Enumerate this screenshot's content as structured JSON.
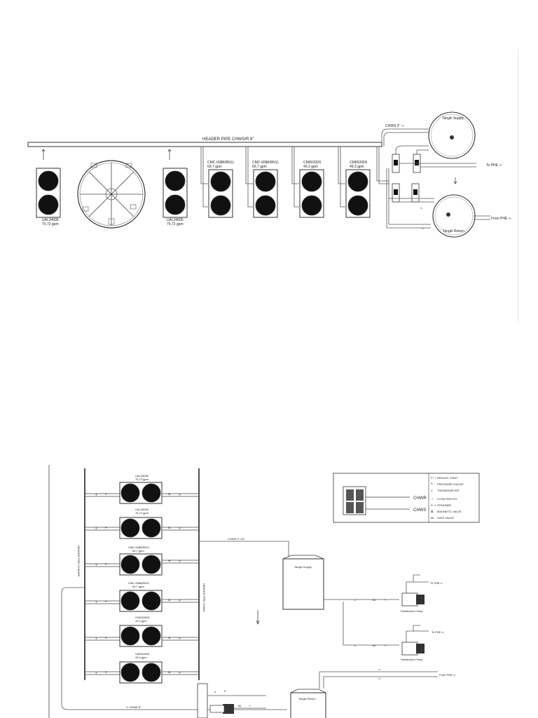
{
  "top_diagram": {
    "header_pipe_label": "HEADER PIPE CHWS/R 8\"",
    "chws_label": "CHWS 3\" ⇨",
    "tangki_supply": "Tangki Supply",
    "tangki_return": "Tangki Return",
    "to_phe": "To PHE ⇨",
    "from_phe": "From PHE ⇦",
    "units": [
      {
        "name": "UAL34006",
        "flow": "75,72 gpm"
      },
      {
        "name": "UAL34006",
        "flow": "75,72 gpm"
      },
      {
        "name": "CMC-0088/RN1L",
        "flow": "69,7 gpm"
      },
      {
        "name": "CMC-0088/RN1L",
        "flow": "69,7 gpm"
      },
      {
        "name": "CM0020D5",
        "flow": "49,3 gpm"
      },
      {
        "name": "CM0020D5",
        "flow": "49,3 gpm"
      }
    ]
  },
  "bottom_diagram": {
    "header_left_label": "HEADER PIPE CHWS/R",
    "header_right_label": "HEADER PIPE CHWS",
    "chws_label": "CHWS 3\" CD",
    "chwr_label": "⇦ CHWR 8\"",
    "tangki_supply": "Tangki Supply",
    "tangki_return": "Tangki Return",
    "distribution_pump": "Distribution Pump",
    "to_phe": "To PHE ⇨",
    "from_phe": "From PHE ⇦",
    "units": [
      {
        "name": "UAL34006",
        "flow": "75,72 gpm"
      },
      {
        "name": "UAL34006",
        "flow": "75,72 gpm"
      },
      {
        "name": "CMC-0088/RN1L",
        "flow": "69,7 gpm"
      },
      {
        "name": "CMC-0088/RN1L",
        "flow": "69,7 gpm"
      },
      {
        "name": "CM0020D5",
        "flow": "49,3 gpm"
      },
      {
        "name": "CM0020D5",
        "flow": "49,3 gpm"
      }
    ],
    "legend": {
      "chwr": "CHWR",
      "chws": "CHWS",
      "items": [
        "REDUCE JOINT",
        "PRESSURE GAUGE",
        "THERMOMETER",
        "FLOW SWITCH",
        "STRAINER",
        "MAGNETIC VALVE",
        "GATE VALVE"
      ]
    }
  }
}
